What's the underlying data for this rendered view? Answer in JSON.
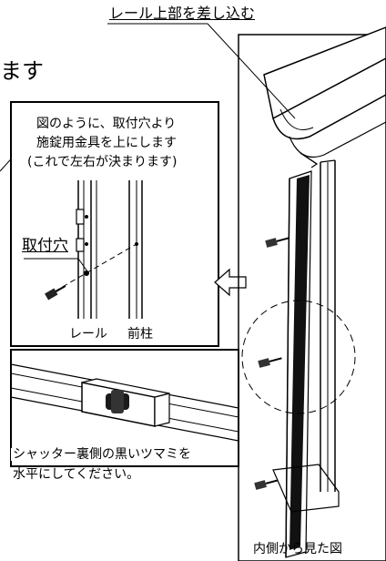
{
  "callouts": {
    "top_label": "レール上部を差し込む",
    "heading_fragment": "ます",
    "detail_note_1": "図のように、取付穴より",
    "detail_note_2": "施錠用金具を上にします",
    "detail_note_3": "(これで左右が決まります)",
    "mount_hole": "取付穴",
    "rail": "レール",
    "front_post": "前柱",
    "knob_note_1": "シャッター裏側の黒いツマミを",
    "knob_note_2": "水平にしてください。",
    "inside_view": "内側から見た図"
  }
}
